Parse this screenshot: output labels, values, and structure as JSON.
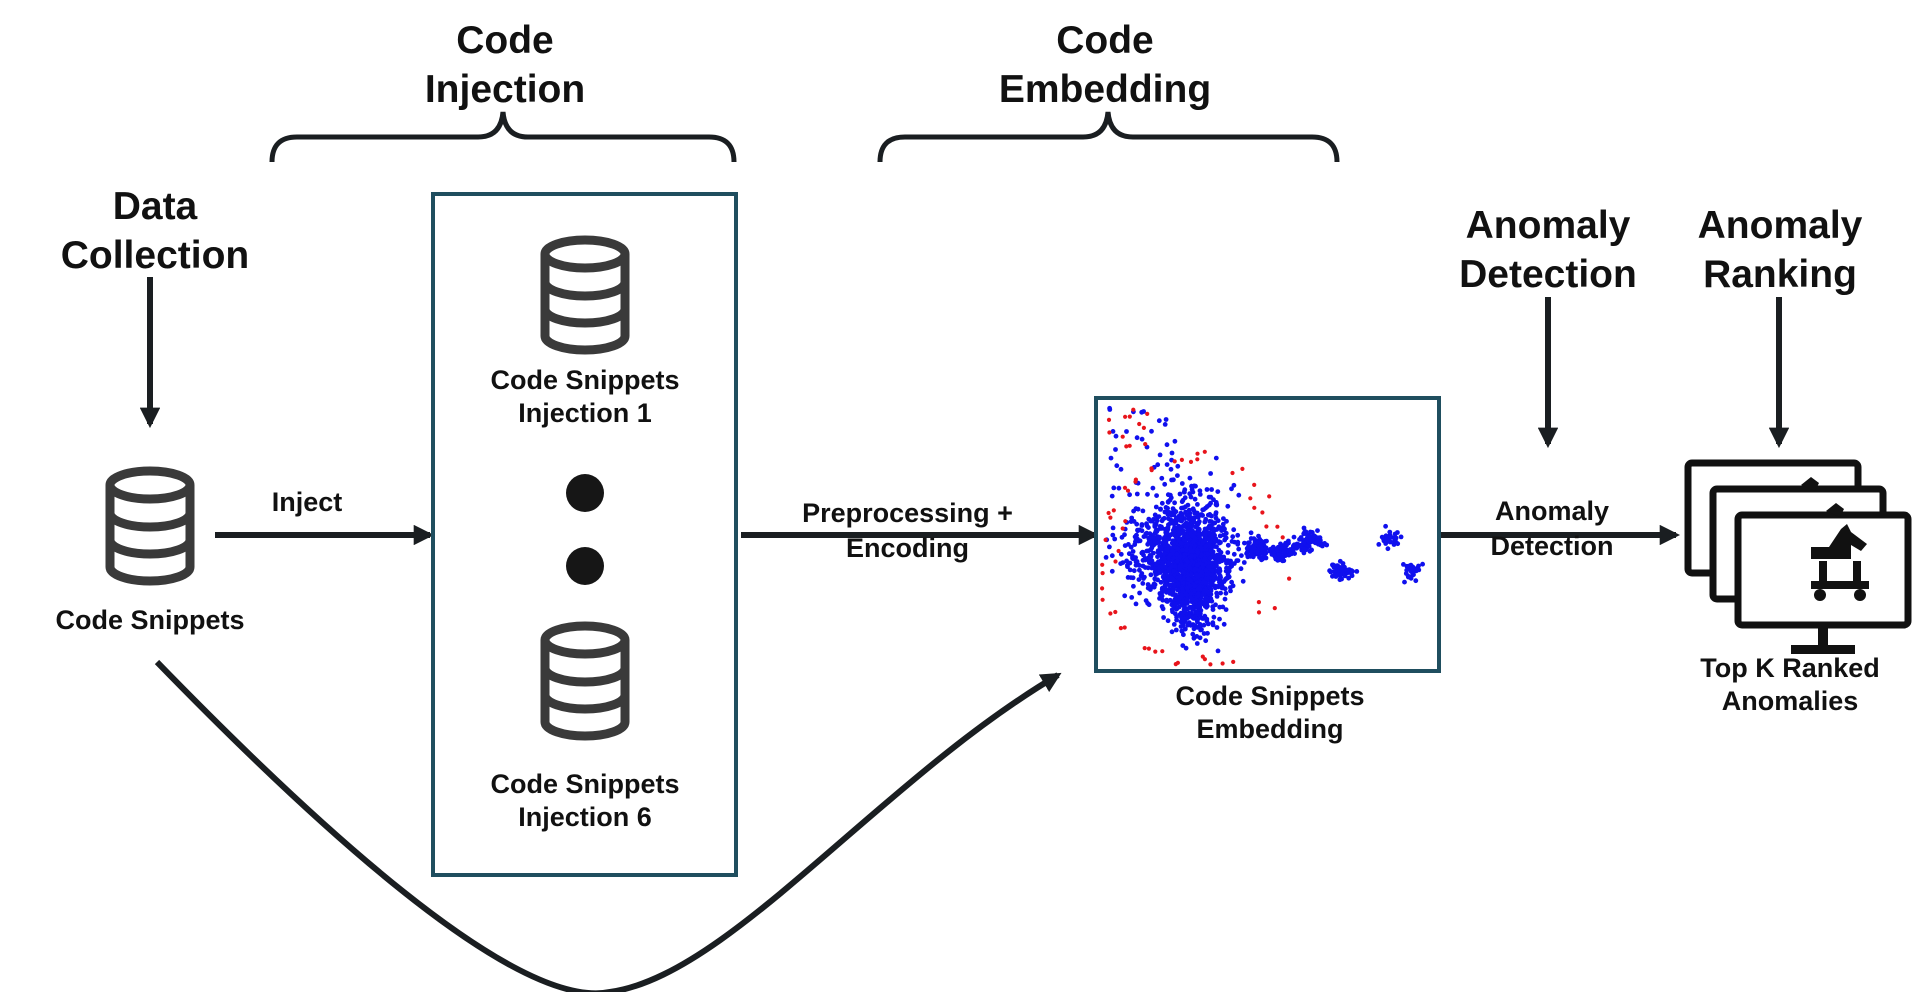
{
  "stages": {
    "data_collection": "Data\nCollection",
    "code_injection": "Code\nInjection",
    "code_embedding": "Code\nEmbedding",
    "anomaly_detection": "Anomaly\nDetection",
    "anomaly_ranking": "Anomaly\nRanking"
  },
  "nodes": {
    "code_snippets": "Code Snippets",
    "injection_first": "Code Snippets\nInjection 1",
    "injection_last": "Code Snippets\nInjection 6",
    "embedding": "Code Snippets\nEmbedding",
    "top_k": "Top K Ranked\nAnomalies"
  },
  "edges": {
    "inject": "Inject",
    "preprocessing": "Preprocessing +\nEncoding",
    "anomaly_detection": "Anomaly\nDetection"
  },
  "icons": {
    "database": "database-icon",
    "monitor": "monitor-trojan-horse-icon"
  },
  "colors": {
    "box_border": "#1f4e5f",
    "arrow": "#1a1e21",
    "inlier_points": "#1010ee",
    "outlier_points": "#e8141b"
  }
}
